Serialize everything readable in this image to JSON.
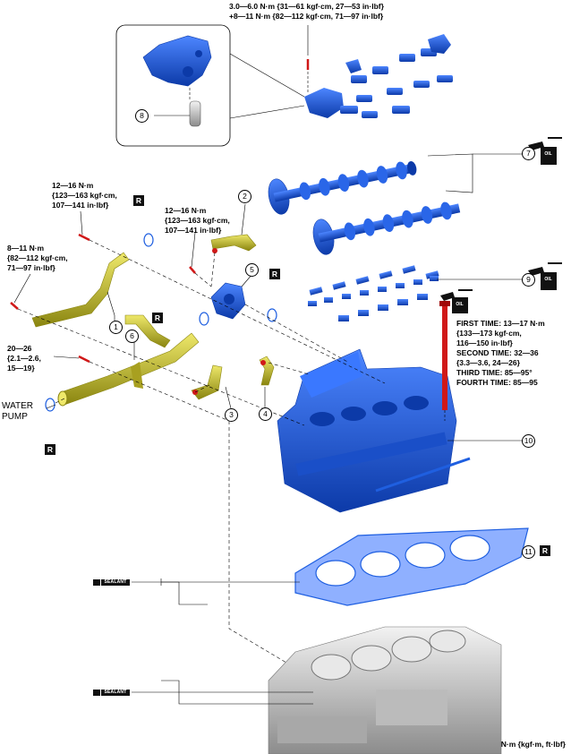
{
  "torques": {
    "top_right": [
      "3.0—6.0 N·m {31—61 kgf·cm, 27—53 in·lbf}",
      "+8—11 N·m {82—112 kgf·cm, 71—97 in·lbf}"
    ],
    "left_upper": [
      "12—16 N·m",
      "{123—163 kgf·cm,",
      "107—141 in·lbf}"
    ],
    "center": [
      "12—16 N·m",
      "{123—163 kgf·cm,",
      "107—141 in·lbf}"
    ],
    "left_mid": [
      "8—11 N·m",
      "{82—112 kgf·cm,",
      "71—97 in·lbf}"
    ],
    "left_low": [
      "20—26",
      "{2.1—2.6,",
      "15—19}"
    ],
    "head_bolt": [
      "FIRST TIME: 13—17 N·m",
      "{133—173 kgf·cm,",
      "116—150 in·lbf}",
      "SECOND TIME: 32—36",
      "{3.3—3.6, 24—26}",
      "THIRD TIME: 85—95°",
      "FOURTH TIME: 85—95"
    ]
  },
  "labels": {
    "water_pump": [
      "WATER",
      "PUMP"
    ],
    "units": "N·m {kgf·m, ft·lbf}",
    "r_badge": "R",
    "oil_badge": "OIL",
    "sealant_badge": "SEALANT"
  },
  "callouts": [
    "1",
    "2",
    "3",
    "4",
    "5",
    "6",
    "7",
    "8",
    "9",
    "10",
    "11"
  ],
  "colors": {
    "part_blue": "#1f5fe0",
    "part_blue_dark": "#0c3aa8",
    "pipe_yellow": "#c8c020",
    "pipe_yellow_dark": "#8a8510",
    "bolt_red": "#d01818",
    "block_gray": "#c8c8c8"
  }
}
